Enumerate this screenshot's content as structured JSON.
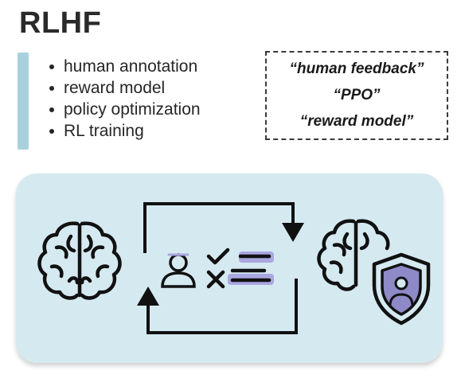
{
  "title": "RLHF",
  "bullets": [
    "human annotation",
    "reward model",
    "policy optimization",
    "RL training"
  ],
  "quotes": [
    "“human feedback”",
    "“PPO”",
    "“reward model”"
  ],
  "colors": {
    "accent": "#a9d1dc",
    "panel": "#d5e9f0",
    "ink": "#1a1a1a",
    "highlight": "#a9a6e0",
    "shield": "#8e8ac8"
  },
  "icons": {
    "left": "brain-icon",
    "center": "annotator-checklist-icon",
    "right": "brain-shield-icon"
  }
}
